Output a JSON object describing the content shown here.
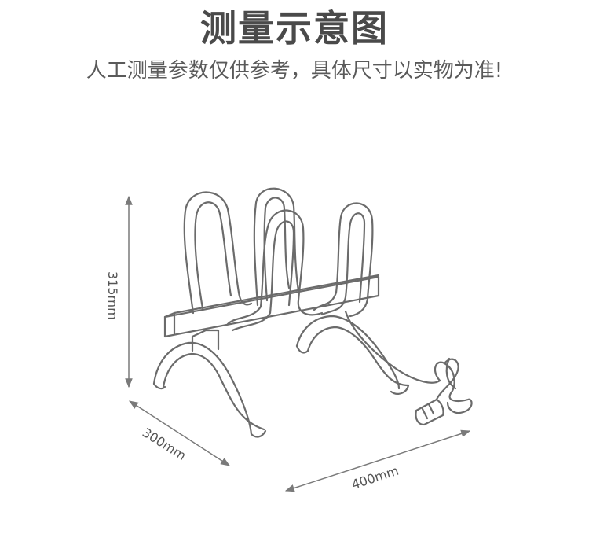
{
  "title": "测量示意图",
  "subtitle": "人工测量参数仅供参考，具体尺寸以实物为准!",
  "dimensions": {
    "height": "315mm",
    "depth": "300mm",
    "width": "400mm"
  },
  "colors": {
    "line": "#6b6b6b",
    "dimension": "#7a7a7a",
    "text": "#555555"
  }
}
